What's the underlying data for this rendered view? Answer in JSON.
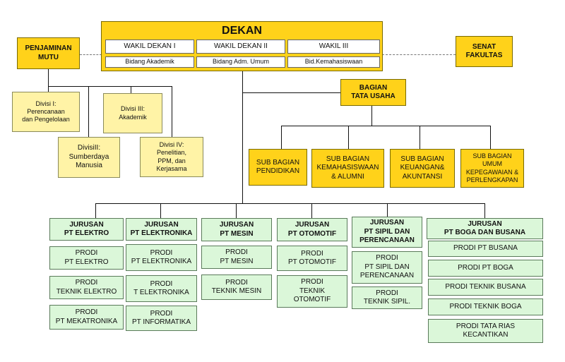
{
  "dekan": {
    "title": "DEKAN",
    "wakil": [
      {
        "title": "WAKIL DEKAN I",
        "sub": "Bidang Akademik"
      },
      {
        "title": "WAKIL DEKAN II",
        "sub": "Bidang Adm. Umum"
      },
      {
        "title": "WAKIL III",
        "sub": "Bid.Kemahasiswaan"
      }
    ]
  },
  "penjaminan_mutu": "PENJAMINAN\nMUTU",
  "senat": "SENAT\nFAKULTAS",
  "divisi": [
    "Divisi I:\nPerencanaan\ndan Pengelolaan",
    "DivisiII:\nSumberdaya\nManusia",
    "Divisi III:\nAkademik",
    "Divisi IV:\nPenelitian,\nPPM, dan\nKerjasama"
  ],
  "bagian_tata_usaha": "BAGIAN\nTATA USAHA",
  "sub_bagian": [
    "SUB BAGIAN\nPENDIDIKAN",
    "SUB BAGIAN\nKEMAHASISWAAN\n& ALUMNI",
    "SUB BAGIAN\nKEUANGAN&\nAKUNTANSI",
    "SUB BAGIAN\nUMUM\nKEPEGAWAIAN &\nPERLENGKAPAN"
  ],
  "jurusan": [
    {
      "title": "JURUSAN\nPT ELEKTRO",
      "prodi": [
        "PRODI\nPT ELEKTRO",
        "PRODI\nTEKNIK ELEKTRO",
        "PRODI\nPT MEKATRONIKA"
      ]
    },
    {
      "title": "JURUSAN\nPT ELEKTRONIKA",
      "prodi": [
        "PRODI\nPT ELEKTRONIKA",
        "PRODI\nT ELEKTRONIKA",
        "PRODI\nPT INFORMATIKA"
      ]
    },
    {
      "title": "JURUSAN\nPT MESIN",
      "prodi": [
        "PRODI\nPT MESIN",
        "PRODI\nTEKNIK MESIN"
      ]
    },
    {
      "title": "JURUSAN\nPT OTOMOTIF",
      "prodi": [
        "PRODI\nPT OTOMOTIF",
        "PRODI\nTEKNIK\nOTOMOTIF"
      ]
    },
    {
      "title": "JURUSAN\nPT SIPIL DAN\nPERENCANAAN",
      "prodi": [
        "PRODI\nPT SIPIL DAN\nPERENCANAAN",
        "PRODI\nTEKNIK SIPIL."
      ]
    },
    {
      "title": "JURUSAN\nPT BOGA DAN BUSANA",
      "prodi": [
        "PRODI PT BUSANA",
        "PRODI PT BOGA",
        "PRODI TEKNIK BUSANA",
        "PRODI TEKNIK BOGA",
        "PRODI TATA RIAS\nKECANTIKAN"
      ]
    }
  ]
}
